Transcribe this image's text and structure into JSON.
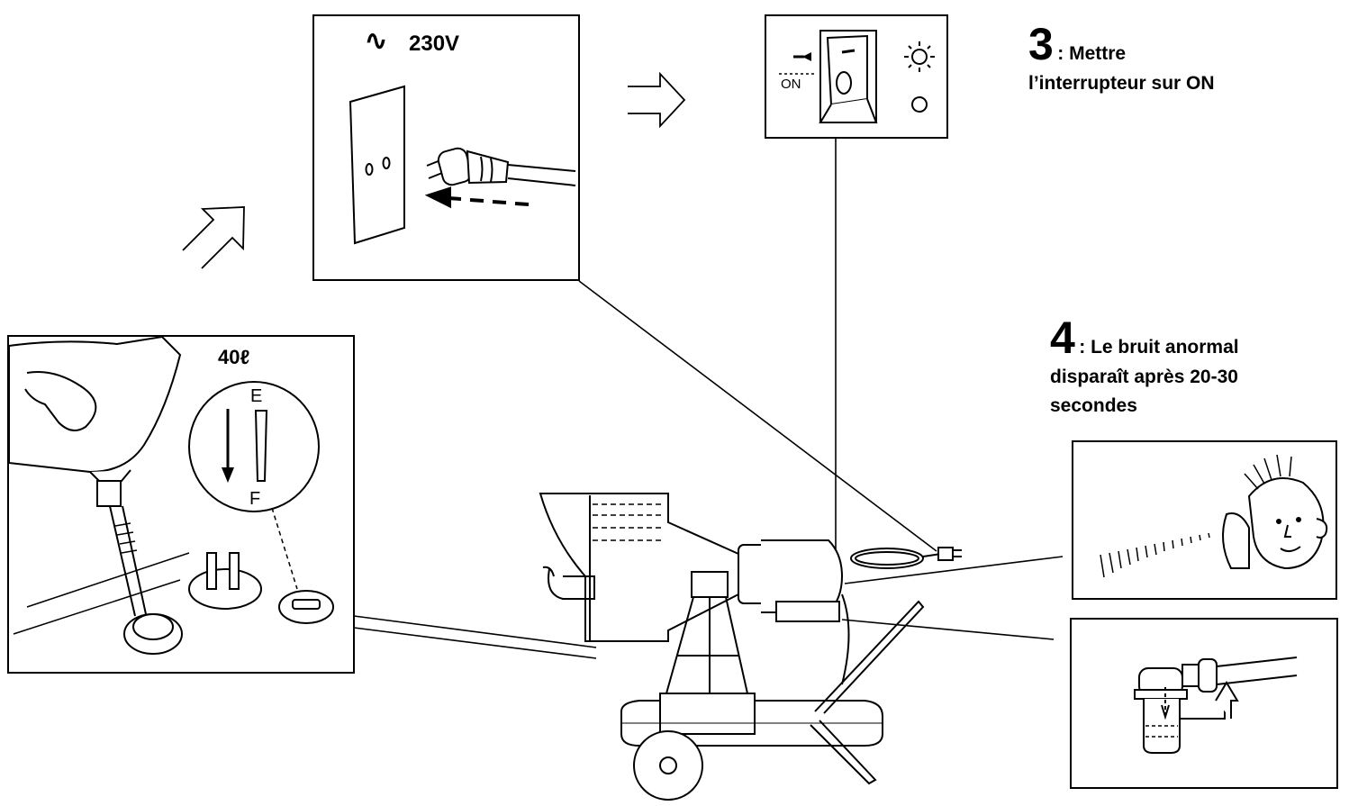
{
  "power_panel": {
    "voltage_label": "230V",
    "ac_symbol": "∿"
  },
  "switch_panel": {
    "on_label": "ON"
  },
  "fuel_panel": {
    "capacity_label": "40ℓ",
    "gauge_empty": "E",
    "gauge_full": "F"
  },
  "steps": [
    {
      "number": "3",
      "text_line1": ": Mettre",
      "text_line2": "l’interrupteur sur ON"
    },
    {
      "number": "4",
      "text_line1": ": Le bruit anormal",
      "text_line2": "disparaît après 20-30",
      "text_line3": "secondes"
    }
  ],
  "icons": [
    "plug-icon",
    "wall-socket-icon",
    "power-switch-icon",
    "lamp-on-icon",
    "lamp-off-icon",
    "fuel-can-icon",
    "fuel-gauge-icon",
    "listening-person-icon",
    "fuel-filter-icon",
    "arrow-icon"
  ]
}
